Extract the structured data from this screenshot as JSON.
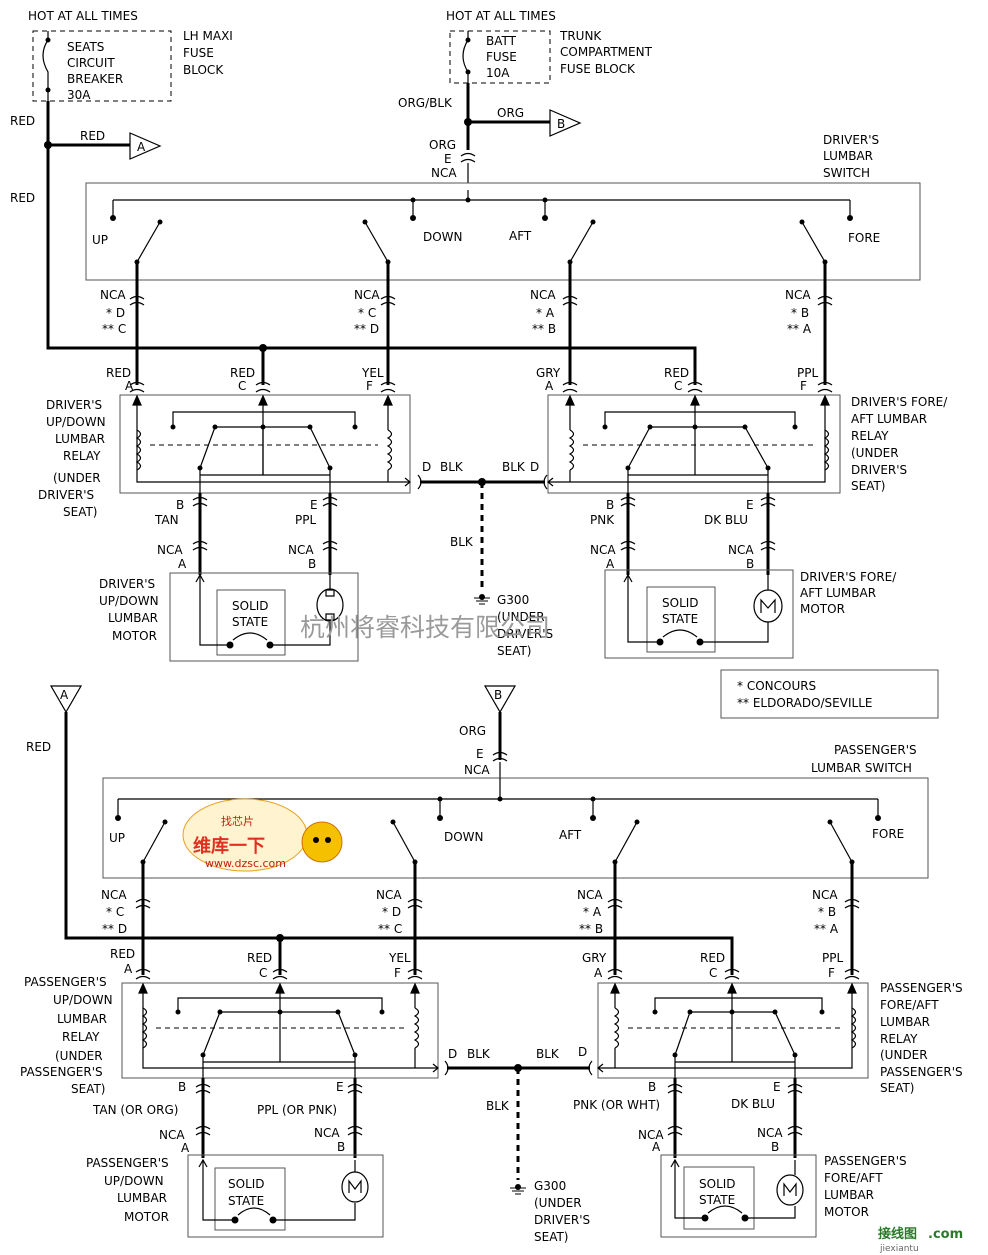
{
  "top": {
    "hot1": "HOT AT ALL TIMES",
    "seats_cb": [
      "SEATS",
      "CIRCUIT",
      "BREAKER",
      "30A"
    ],
    "lh_block": [
      "LH MAXI",
      "FUSE",
      "BLOCK"
    ],
    "hot2": "HOT AT ALL TIMES",
    "batt_fuse": [
      "BATT",
      "FUSE",
      "10A"
    ],
    "trunk_block": [
      "TRUNK",
      "COMPARTMENT",
      "FUSE BLOCK"
    ],
    "org_blk": "ORG/BLK",
    "org": "ORG",
    "red": "RED",
    "flag_a": "A",
    "flag_b": "B",
    "e": "E",
    "nca": "NCA"
  },
  "driver_switch": {
    "title": [
      "DRIVER'S",
      "LUMBAR",
      "SWITCH"
    ],
    "up": "UP",
    "down": "DOWN",
    "aft": "AFT",
    "fore": "FORE",
    "c1": [
      "NCA",
      "* D",
      "** C"
    ],
    "c2": [
      "NCA",
      "* C",
      "** D"
    ],
    "c3": [
      "NCA",
      "* A",
      "** B"
    ],
    "c4": [
      "NCA",
      "* B",
      "** A"
    ]
  },
  "driver_updown_relay": {
    "wires": [
      "RED",
      "RED",
      "YEL"
    ],
    "pins": [
      "A",
      "C",
      "F"
    ],
    "label": [
      "DRIVER'S",
      "UP/DOWN",
      "LUMBAR",
      "RELAY",
      "(UNDER",
      "DRIVER'S",
      "SEAT)"
    ],
    "out_pins": [
      "B",
      "E"
    ],
    "out_wires": [
      "TAN",
      "PPL"
    ],
    "nca": "NCA",
    "motor_pins": [
      "A",
      "B"
    ],
    "motor": [
      "DRIVER'S",
      "UP/DOWN",
      "LUMBAR",
      "MOTOR"
    ],
    "solid_state": [
      "SOLID",
      "STATE"
    ]
  },
  "driver_foreaft_relay": {
    "wires": [
      "GRY",
      "RED",
      "PPL"
    ],
    "pins": [
      "A",
      "C",
      "F"
    ],
    "label": [
      "DRIVER'S FORE/",
      "AFT LUMBAR",
      "RELAY",
      "(UNDER",
      "DRIVER'S",
      "SEAT)"
    ],
    "out_pins": [
      "B",
      "E"
    ],
    "out_wires": [
      "PNK",
      "DK BLU"
    ],
    "nca": "NCA",
    "motor_pins": [
      "A",
      "B"
    ],
    "motor": [
      "DRIVER'S FORE/",
      "AFT LUMBAR",
      "MOTOR"
    ],
    "solid_state": [
      "SOLID",
      "STATE"
    ]
  },
  "ground1": {
    "d": "D",
    "blk": "BLK",
    "label": [
      "G300",
      "(UNDER",
      "DRIVER'S",
      "SEAT)"
    ]
  },
  "legend": [
    "* CONCOURS",
    "** ELDORADO/SEVILLE"
  ],
  "watermark": "杭州将睿科技有限公司",
  "logo": {
    "line1": "维库一下",
    "line2": "www.dzsc.com",
    "badge": "找芯片"
  },
  "pass_switch": {
    "title": [
      "PASSENGER'S",
      "LUMBAR SWITCH"
    ],
    "up": "UP",
    "down": "DOWN",
    "aft": "AFT",
    "fore": "FORE",
    "c1": [
      "NCA",
      "* C",
      "** D"
    ],
    "c2": [
      "NCA",
      "* D",
      "** C"
    ],
    "c3": [
      "NCA",
      "* A",
      "** B"
    ],
    "c4": [
      "NCA",
      "* B",
      "** A"
    ]
  },
  "pass_updown_relay": {
    "wires": [
      "RED",
      "RED",
      "YEL"
    ],
    "pins": [
      "A",
      "C",
      "F"
    ],
    "label": [
      "PASSENGER'S",
      "UP/DOWN",
      "LUMBAR",
      "RELAY",
      "(UNDER",
      "PASSENGER'S",
      "SEAT)"
    ],
    "out_pins": [
      "B",
      "E"
    ],
    "out_wires": [
      "TAN (OR ORG)",
      "PPL (OR PNK)"
    ],
    "nca": "NCA",
    "motor_pins": [
      "A",
      "B"
    ],
    "motor": [
      "PASSENGER'S",
      "UP/DOWN",
      "LUMBAR",
      "MOTOR"
    ],
    "solid_state": [
      "SOLID",
      "STATE"
    ]
  },
  "pass_foreaft_relay": {
    "wires": [
      "GRY",
      "RED",
      "PPL"
    ],
    "pins": [
      "A",
      "C",
      "F"
    ],
    "label": [
      "PASSENGER'S",
      "FORE/AFT",
      "LUMBAR",
      "RELAY",
      "(UNDER",
      "PASSENGER'S",
      "SEAT)"
    ],
    "out_pins": [
      "B",
      "E"
    ],
    "out_wires": [
      "PNK (OR WHT)",
      "DK BLU"
    ],
    "nca": "NCA",
    "motor_pins": [
      "A",
      "B"
    ],
    "motor": [
      "PASSENGER'S",
      "FORE/AFT",
      "LUMBAR",
      "MOTOR"
    ],
    "solid_state": [
      "SOLID",
      "STATE"
    ]
  },
  "ground2": {
    "d": "D",
    "blk": "BLK",
    "label": [
      "G300",
      "(UNDER",
      "DRIVER'S",
      "SEAT)"
    ]
  },
  "corner": {
    "cn": "接线图",
    "com": ".com",
    "site": "jiexiantu"
  }
}
